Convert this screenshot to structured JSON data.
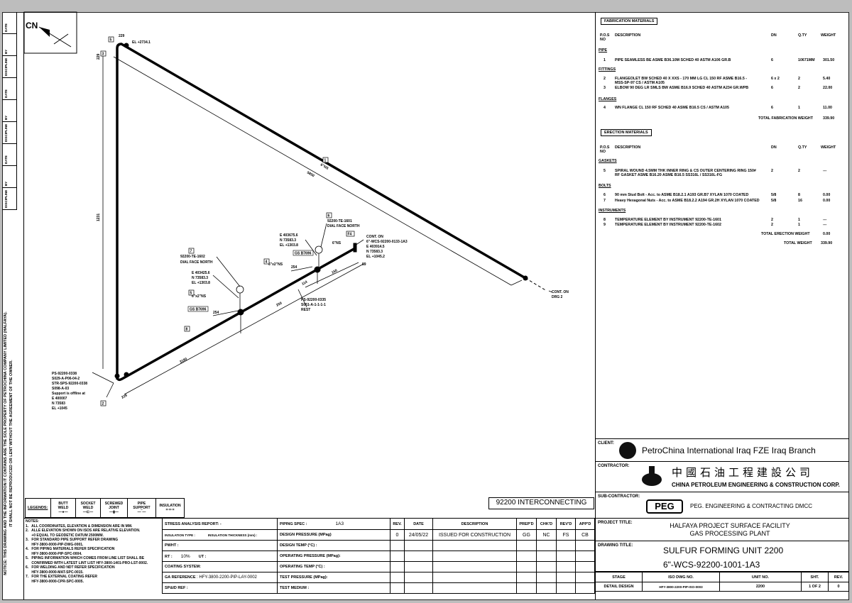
{
  "revision_column": {
    "headers": [
      "DATE",
      "BY",
      "DISCIPLINE",
      "DATE",
      "BY",
      "DISCIPLINE",
      "DATE",
      "BY",
      "DISCIPLINE"
    ]
  },
  "notice": [
    "NOTICE: THIS DRAWING AND THE INFORMATION IT CONTAINS ARE THE SOLE PROPERTY OF PETROCHINA COMPANY LIMITED (HALFAYA).",
    "IT SHALL NOT BE REPRODUCED OR LENT WITHOUT THE AGREEMENT OF THE OWNER."
  ],
  "north_arrow": {
    "label": "CN"
  },
  "drawing": {
    "elevation_top": "EL +2734.1",
    "dims": {
      "d229a": "229",
      "d229b": "229",
      "d229c": "229",
      "vertical": "1231",
      "diag_top": "5850",
      "bottom": "3190",
      "d250": "250",
      "d150": "150",
      "d114": "114",
      "d89": "89",
      "d254a": "254",
      "d254b": "254"
    },
    "size_labels": {
      "top": "6\"NS",
      "right": "6\"NS",
      "te1601": "6\"x2\"NS",
      "te1602": "6\"x2\"NS"
    },
    "markers": [
      "1",
      "2",
      "3",
      "4",
      "5",
      "6",
      "7",
      "8",
      "9",
      "F4"
    ],
    "te1601": {
      "tag": "92200-TE-1601",
      "face": "DIAL FACE NORTH",
      "e": "E 403675.6",
      "n": "N 73583.3",
      "el": "EL +1303.8",
      "gs": "GS B7696"
    },
    "te1602": {
      "tag": "92200-TE-1602",
      "face": "DIAL FACE NORTH",
      "e": "E 403425.6",
      "n": "N 73583.3",
      "el": "EL +1303.8",
      "gs": "GS B7696"
    },
    "cont_on_1": {
      "l1": "CONT. ON",
      "l2": "6\"-WCS-92200-0133-1A3",
      "e": "E 403914.5",
      "n": "N 73583.3",
      "el": "EL +1045.2"
    },
    "cont_on_2": {
      "l1": "CONT. ON",
      "l2": "DRG 2"
    },
    "support_0335": {
      "l1": "PS-92200-0335",
      "l2": "S051-A-1-1-1-1",
      "l3": "REST"
    },
    "support_0338": {
      "l1": "PS-92200-0338",
      "l2": "S029-A-P06-04-2",
      "l3": "STR-SPS-92200-0338",
      "l4": "S098-A-03",
      "l5": "Support is offline at",
      "l6": "E 400007",
      "l7": "N 73583",
      "l8": "EL +1045"
    }
  },
  "fabrication": {
    "title": "FABRICATION MATERIALS",
    "headers": {
      "pos": "P.O.S",
      "no": "NO",
      "desc": "DESCRIPTION",
      "dn": "DN",
      "qty": "Q.TY",
      "weight": "WEIGHT"
    },
    "groups": {
      "pipe": "PIPE",
      "fittings": "FITTINGS",
      "flanges": "FLANGES"
    },
    "rows": [
      {
        "pos": "1",
        "desc": "PIPE SEAMLESS BE ASME B36.10M SCHED 40 ASTM A106 GR.B",
        "desc2": "",
        "dn": "6",
        "qty": "10671MM",
        "weight": "301.50"
      },
      {
        "pos": "2",
        "desc": "FLANGEOLET BW SCHED 40 X XXS - 170 MM LG CL 150 RF ASME B16.5 -",
        "desc2": "MSS-SP-97 CS / ASTM A105",
        "dn": "6 x 2",
        "qty": "2",
        "weight": "5.40"
      },
      {
        "pos": "3",
        "desc": "ELBOW 90 DEG LR SMLS BW ASME B16.9 SCHED 40 ASTM A234 GR.WPB",
        "desc2": "",
        "dn": "6",
        "qty": "2",
        "weight": "22.00"
      },
      {
        "pos": "4",
        "desc": "WN FLANGE CL 150 RF SCHED 40 ASME B16.5  CS / ASTM A105",
        "desc2": "",
        "dn": "6",
        "qty": "1",
        "weight": "11.00"
      }
    ],
    "total_label": "TOTAL FABRICATION WEIGHT",
    "total": "339.90"
  },
  "erection": {
    "title": "ERECTION MATERIALS",
    "groups": {
      "gaskets": "GASKETS",
      "bolts": "BOLTS",
      "instruments": "INSTRUMENTS"
    },
    "rows": [
      {
        "pos": "5",
        "desc": "SPIRAL WOUND 4.5MM THK INNER RING & CS OUTER CENTERING RING 150#",
        "desc2": "RF GASKET ASME B16.20 ASME B16.5 SS316L / SS316L-FG",
        "dn": "2",
        "qty": "2",
        "weight": "---"
      },
      {
        "pos": "6",
        "desc": "90 mm Stud Bolt - Acc. to ASME B18.2.1 A193 GR.B7 XYLAN 1070 COATED",
        "desc2": "",
        "dn": "5/8",
        "qty": "8",
        "weight": "0.00"
      },
      {
        "pos": "7",
        "desc": "Heavy Hexagonal Nuts - Acc. to ASME B18.2.2 A194 GR.2H XYLAN 1070 COATED",
        "desc2": "",
        "dn": "5/8",
        "qty": "16",
        "weight": "0.00"
      },
      {
        "pos": "8",
        "desc": "TEMPERATURE ELEMENT BY INSTRUMENT 92200-TE-1601",
        "desc2": "",
        "dn": "2",
        "qty": "1",
        "weight": "---"
      },
      {
        "pos": "9",
        "desc": "TEMPERATURE ELEMENT BY INSTRUMENT 92200-TE-1602",
        "desc2": "",
        "dn": "2",
        "qty": "1",
        "weight": "---"
      }
    ],
    "total_label": "TOTAL ERECTION WEIGHT",
    "total": "0.00",
    "grand_label": "TOTAL WEIGHT",
    "grand": "339.90"
  },
  "interconnecting": "92200 INTERCONNECTING",
  "legends": {
    "title": "LEGENDS:",
    "items": [
      "BUTT WELD",
      "SOCKET WELD",
      "SCREWED JOINT",
      "PIPE SUPPORT",
      "INSULATION"
    ]
  },
  "notes": {
    "title": "NOTES:",
    "items": [
      "1.   ALL COORDINATES, ELEVATION & DIMENSION ARE IN MM.",
      "2.   ALLE ELEVATION SHOWN ON ISOS ARE RELATIVE ELEVATION.",
      "      +0 EQUAL TO GEODETIC DATUM 2500MM.",
      "3.   FOR STANDARD PIPE SUPPORT REFER DRAWING",
      "      HFY-3800-0000-PIP-DWG-0001.",
      "4.   FOR PIPING MATERIALS REFER SPECIFICATION",
      "      HFY-3800-0000-PIP-SPC-0004.",
      "5.   PIPING INFORMATION WHICH COMES FROM LINE LIST SHALL BE",
      "      CONFIRMED WITH LATEST LINT LIST HFY-3800-1401-PRO-LST-0002.",
      "6.   FOR WELDING AND NDT REFER SPECIFICATION",
      "      HFY-3800-0000-MAT-SPC-0015.",
      "7.   FOR THE EXTERNAL COATING REFER",
      "      HFY-3800-0000-CPR-SPC-0005."
    ]
  },
  "design_data": {
    "stress": "STRESS ANALYSIS REPORT: -",
    "insulation_type": "INSULATION TYPE :",
    "insulation_thk": "INSULATION THICKNESS (mm) :",
    "pwht": "PWHT   :",
    "rt": "RT       :",
    "rt_val": "10%",
    "ut": "UT  :",
    "coating": "COATING SYSTEM:",
    "ga_ref": "GA REFERENCE",
    "ga_val": ": HFY-3800-2200-PIP-LAY-0002",
    "spid": "SP&ID REF          :",
    "piping_spec": "PIPING SPEC    :",
    "piping_spec_val": "1A3",
    "design_pressure": "DESIGN PRESSURE  (MPag)",
    "design_temp": "DESIGN TEMP (°C) :",
    "op_pressure": "OPERATING PRESSURE (MPag):",
    "op_temp": "OPERATING TEMP (°C) :",
    "test_pressure": "TEST PRESSURE (MPag):",
    "test_medium": "TEST MEDIUM :"
  },
  "revisions": {
    "headers": [
      "REV.",
      "DATE",
      "DESCRIPTION",
      "PREP'D",
      "CHK'D",
      "REV'D",
      "APP'D"
    ],
    "rows": [
      {
        "rev": "0",
        "date": "24/05/22",
        "desc": "ISSUED FOR CONSTRUCTION",
        "prep": "GG",
        "chk": "NC",
        "revd": "FS",
        "app": "CB"
      }
    ]
  },
  "title_block": {
    "client_label": "CLIENT:",
    "client": "PetroChina International Iraq FZE Iraq Branch",
    "contractor_label": "CONTRACTOR:",
    "contractor_cn": "中國石油工程建設公司",
    "contractor_en": "CHINA PETROLEUM ENGINEERING & CONSTRUCTION CORP.",
    "sub_label": "SUB-CONTRACTOR:",
    "sub_logo": "PEG",
    "sub": "PEG. ENGINEERING & CONTRACTING DMCC",
    "project_label": "PROJECT TITLE:",
    "project_1": "HALFAYA PROJECT SURFACE FACILITY",
    "project_2": "GAS PROCESSING PLANT",
    "drawing_label": "DRAWING TITLE:",
    "drawing_1": "SULFUR FORMING UNIT 2200",
    "drawing_2": "6\"-WCS-92200-1001-1A3",
    "headers": {
      "stage": "STAGE",
      "iso": "ISO DWG NO.",
      "unit": "UNIT NO.",
      "sht": "SHT.",
      "rev": "REV."
    },
    "values": {
      "stage": "DETAIL DESIGN",
      "iso": "HFY-3800-2200-PIP-ISO-0003",
      "unit": "2200",
      "sht": "1",
      "of": "OF",
      "total": "2",
      "rev": "0"
    }
  }
}
